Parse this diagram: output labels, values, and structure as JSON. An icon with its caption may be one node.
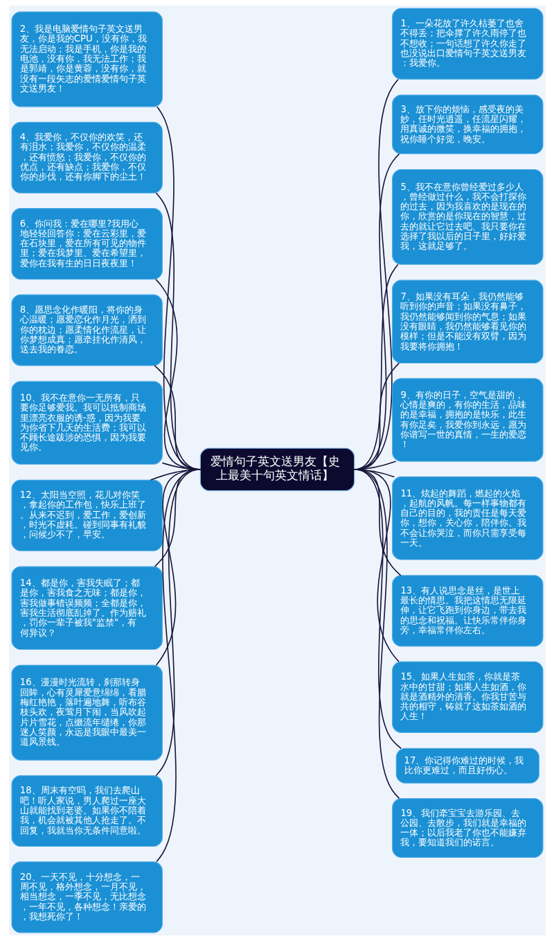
{
  "diagram": {
    "nodes": [
      {
        "text": [
          "爱情句子英文送男友【史上最美十句英文情话】"
        ]
      },
      {
        "text": [
          "1、一朵花放了许久枯萎了也舍不得丢；把伞撑了许久雨停了也不想收；一句话想了许久你走了也没说出口爱情句子英文送男友：我爱你。"
        ]
      },
      {
        "text": [
          "2、我是电脑爱情句子英文送男友，你是我的CPU，没有你，我无法启动；我是手机，你是我的电池，没有你，我无法工作；我是郭靖，你是黄蓉，没有你，就没有一段矢志的爱情爱情句子英文送男友！"
        ]
      },
      {
        "text": [
          "3、放下你的烦恼，感受夜的美妙，任时光逍遥，任流星闪耀，用真诚的微笑，换幸福的拥抱，祝你睡个好觉，晚安。"
        ]
      },
      {
        "text": [
          "4、我爱你，不仅你的欢笑，还有泪水；我爱你，不仅你的温柔，还有愤怒；我爱你，不仅你的优点，还有缺点；我爱你，不仅你的步伐，还有你脚下的尘土！"
        ]
      },
      {
        "text": [
          "5、我不在意你曾经爱过多少人，曾经做过什么，我不会打探你的过去，因为我喜欢的是现在的你，欣赏的是你现在的智慧，过去的就让它过去吧、我只要你在选择了我以后的日子里，好好爱我，这就足够了。"
        ]
      },
      {
        "text": [
          "6、你问我：爱在哪里?我用心地轻轻回答你：爱在云彩里，爱在石块里，爱在所有可见的物件里；爱在我梦里、爱在希望里，爱你在我有生的日日夜夜里！"
        ]
      },
      {
        "text": [
          "7、如果没有耳朵，我仍然能够听到你的声音；如果没有鼻子，我仍然能够闻到你的气息；如果没有眼睛，我仍然能够看见你的模样；但是不能没有双臂，因为我要将你拥抱！"
        ]
      },
      {
        "text": [
          "8、愿思念化作暖阳，将你的身心温暖；愿爱恋化作月光，洒到你的枕边；愿柔情化作流星，让你梦想成真；愿牵挂化作清风，送去我的眷恋。"
        ]
      },
      {
        "text": [
          "9、有你的日子，空气是甜的，心情是爽的，有你的生活，品味的是幸福，拥抱的是快乐，此生有你足矣，我爱你到永远，愿为你谱写一世的真情，一生的爱恋！"
        ]
      },
      {
        "text": [
          "10、我不在意你一无所有，只要你足够爱我。我可以抵制商场里漂亮衣服的诱-惑，因为我要为你省下几天的生活费；我可以不顾长途跋涉的恐惧，因为我要见你。"
        ]
      },
      {
        "text": [
          "11、炫起的舞蹈，燃起的火焰，起航的风帆。每一样事物都有自己的目的，我的责任是每天爱你，想你，关心你，陪伴你。我不会让你哭泣，而你只需享受每一天。"
        ]
      },
      {
        "text": [
          "12、太阳当空照，花儿对你笑，拿起你的工作包，快乐上班了。从来不迟到，爱工作，爱创新，时光不虚耗。碰到同事有礼貌，问候少不了，早安。"
        ]
      },
      {
        "text": [
          "13、有人说思念是丝，是世上最长的情思。我把这情思无限延伸，让它飞跑到你身边，带去我的思念和祝福。让快乐常伴你身旁，幸福常伴你左右。"
        ]
      },
      {
        "text": [
          "14、都是你，害我失眠了；都是你，害我食之无味；都是你，害我做事错误频频；全都是你，害我生活彻底乱掉了。作为赔礼，罚你一辈子被我\"监禁\"，有何异议？"
        ]
      },
      {
        "text": [
          "15、如果人生如茶，你就是茶水中的甘甜；如果人生如酒，你就是酒精外的清香。你我甘苦与共的相守，铸就了这如茶如酒的人生！"
        ]
      },
      {
        "text": [
          "16、漫漫时光流转，刹那转身回眸，心有灵犀爱意绵绵，看腊梅红艳艳，落叶遍地舞，听布谷枝头欢，夜莺月下闹，当风吹起片片雪花，点缀流年缱绻，你那迷人笑颜，永远是我眼中最美一道风景线。"
        ]
      },
      {
        "text": [
          "17、你记得你难过的时候，我比你更难过，而且好伤心。"
        ]
      },
      {
        "text": [
          "18、周末有空吗，我们去爬山吧！听人家说，男人爬过一座大山就能找到老婆。如果你不陪着我，机会就被其他人抢走了。不回复，我就当你无条件同意啦。"
        ]
      },
      {
        "text": [
          "19、我们牵宝宝去游乐园、去公园、去散步，我们就是幸福的一体；以后我老了你也不能嫌弃我，要知道我们的诺言。"
        ]
      },
      {
        "text": [
          "20、一天不见，十分想念，一周不见，格外想念，一月不见，相当想念，一季不见，无比想念，一年不见，各种想念！亲爱的，我想死你了！"
        ]
      }
    ],
    "edges": [
      {
        "from": 0,
        "to": 1,
        "arrow": "none"
      },
      {
        "from": 2,
        "to": 0,
        "arrow": "none"
      },
      {
        "from": 0,
        "to": 3,
        "arrow": "none"
      },
      {
        "from": 4,
        "to": 0,
        "arrow": "none"
      },
      {
        "from": 0,
        "to": 5,
        "arrow": "none"
      },
      {
        "from": 6,
        "to": 0,
        "arrow": "none"
      },
      {
        "from": 0,
        "to": 7,
        "arrow": "none"
      },
      {
        "from": 8,
        "to": 0,
        "arrow": "none"
      },
      {
        "from": 0,
        "to": 9,
        "arrow": "none"
      },
      {
        "from": 10,
        "to": 0,
        "arrow": "none"
      },
      {
        "from": 0,
        "to": 11,
        "arrow": "none"
      },
      {
        "from": 12,
        "to": 0,
        "arrow": "none"
      },
      {
        "from": 0,
        "to": 13,
        "arrow": "none"
      },
      {
        "from": 14,
        "to": 0,
        "arrow": "none"
      },
      {
        "from": 0,
        "to": 15,
        "arrow": "none"
      },
      {
        "from": 16,
        "to": 0,
        "arrow": "none"
      },
      {
        "from": 0,
        "to": 17,
        "arrow": "none"
      },
      {
        "from": 18,
        "to": 0,
        "arrow": "none"
      },
      {
        "from": 0,
        "to": 19,
        "arrow": "none"
      },
      {
        "from": 20,
        "to": 0,
        "arrow": "none"
      }
    ]
  }
}
